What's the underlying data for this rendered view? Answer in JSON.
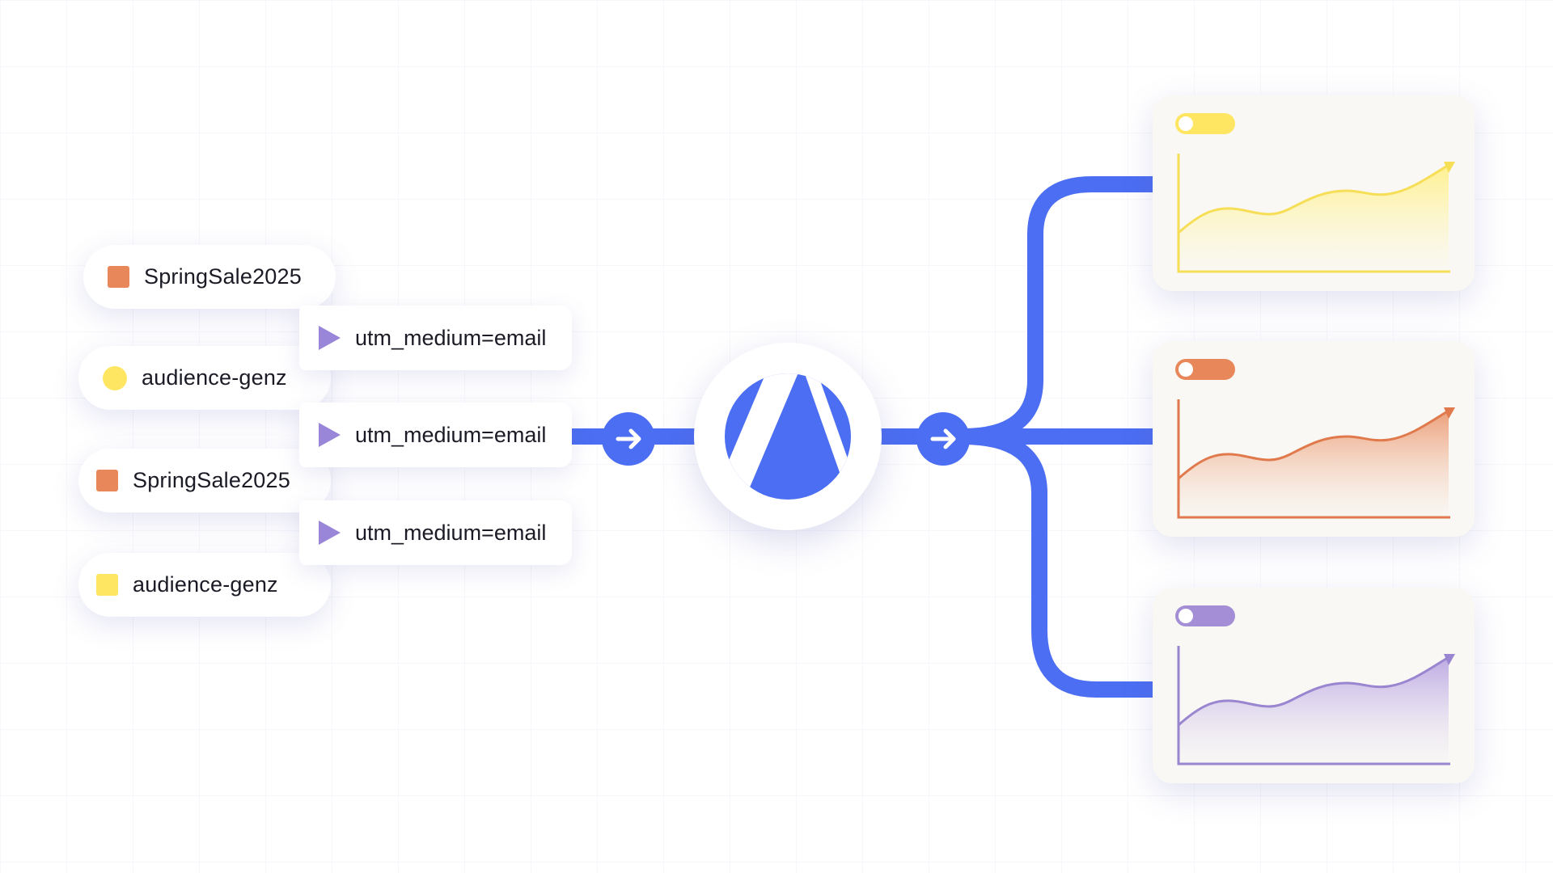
{
  "colors": {
    "flow_blue": "#4b6ef2",
    "orange": "#e8885a",
    "yellow": "#ffe662",
    "purple": "#a48fd6"
  },
  "sources": [
    {
      "label": "SpringSale2025",
      "marker": "square",
      "color": "#e8885a"
    },
    {
      "label": "audience-genz",
      "marker": "circle",
      "color": "#ffe662"
    },
    {
      "label": "SpringSale2025",
      "marker": "square",
      "color": "#e8885a"
    },
    {
      "label": "audience-genz",
      "marker": "square",
      "color": "#ffe662"
    }
  ],
  "tags": [
    {
      "label": "utm_medium=email",
      "icon": "play-icon"
    },
    {
      "label": "utm_medium=email",
      "icon": "play-icon"
    },
    {
      "label": "utm_medium=email",
      "icon": "play-icon"
    }
  ],
  "hub": {
    "icon": "analytics-logo-icon"
  },
  "arrow_icon": "arrow-right-icon",
  "output_cards": [
    {
      "color": "#ffe662",
      "trend": "up"
    },
    {
      "color": "#e8885a",
      "trend": "up"
    },
    {
      "color": "#a48fd6",
      "trend": "up"
    }
  ]
}
